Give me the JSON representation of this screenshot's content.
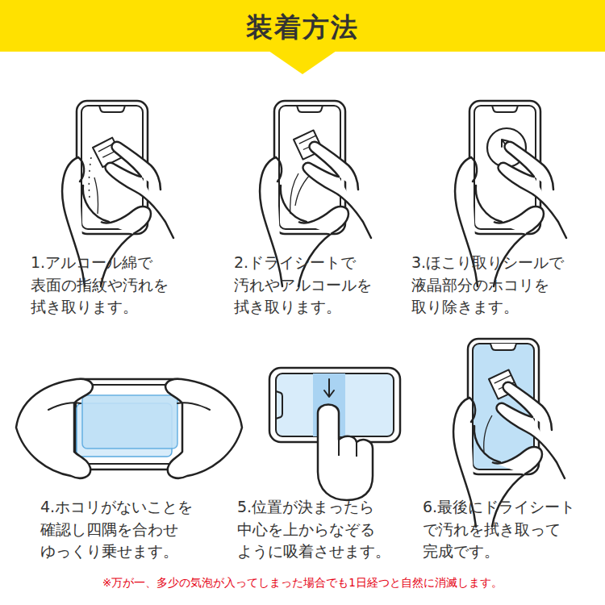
{
  "diagram": {
    "title": "装着方法",
    "labels": [
      "1.アルコール綿で 表面の指紋や汚れを 拭き取ります。",
      "2.ドライシートで 汚れやアルコールを 拭き取ります。",
      "3.ほこり取りシールで 液晶部分のホコリを 取り除きます。",
      "4.ホコリがないことを 確認し四隅を合わせ ゆっくり乗せます。",
      "5.位置が決まったら 中心を上からなぞる ように吸着させます。",
      "6.最後にドライシート で汚れを拭き取って 完成です。",
      "※万が一、多少の気泡が入ってしまった場合でも1日経つと自然に消滅します。"
    ]
  }
}
